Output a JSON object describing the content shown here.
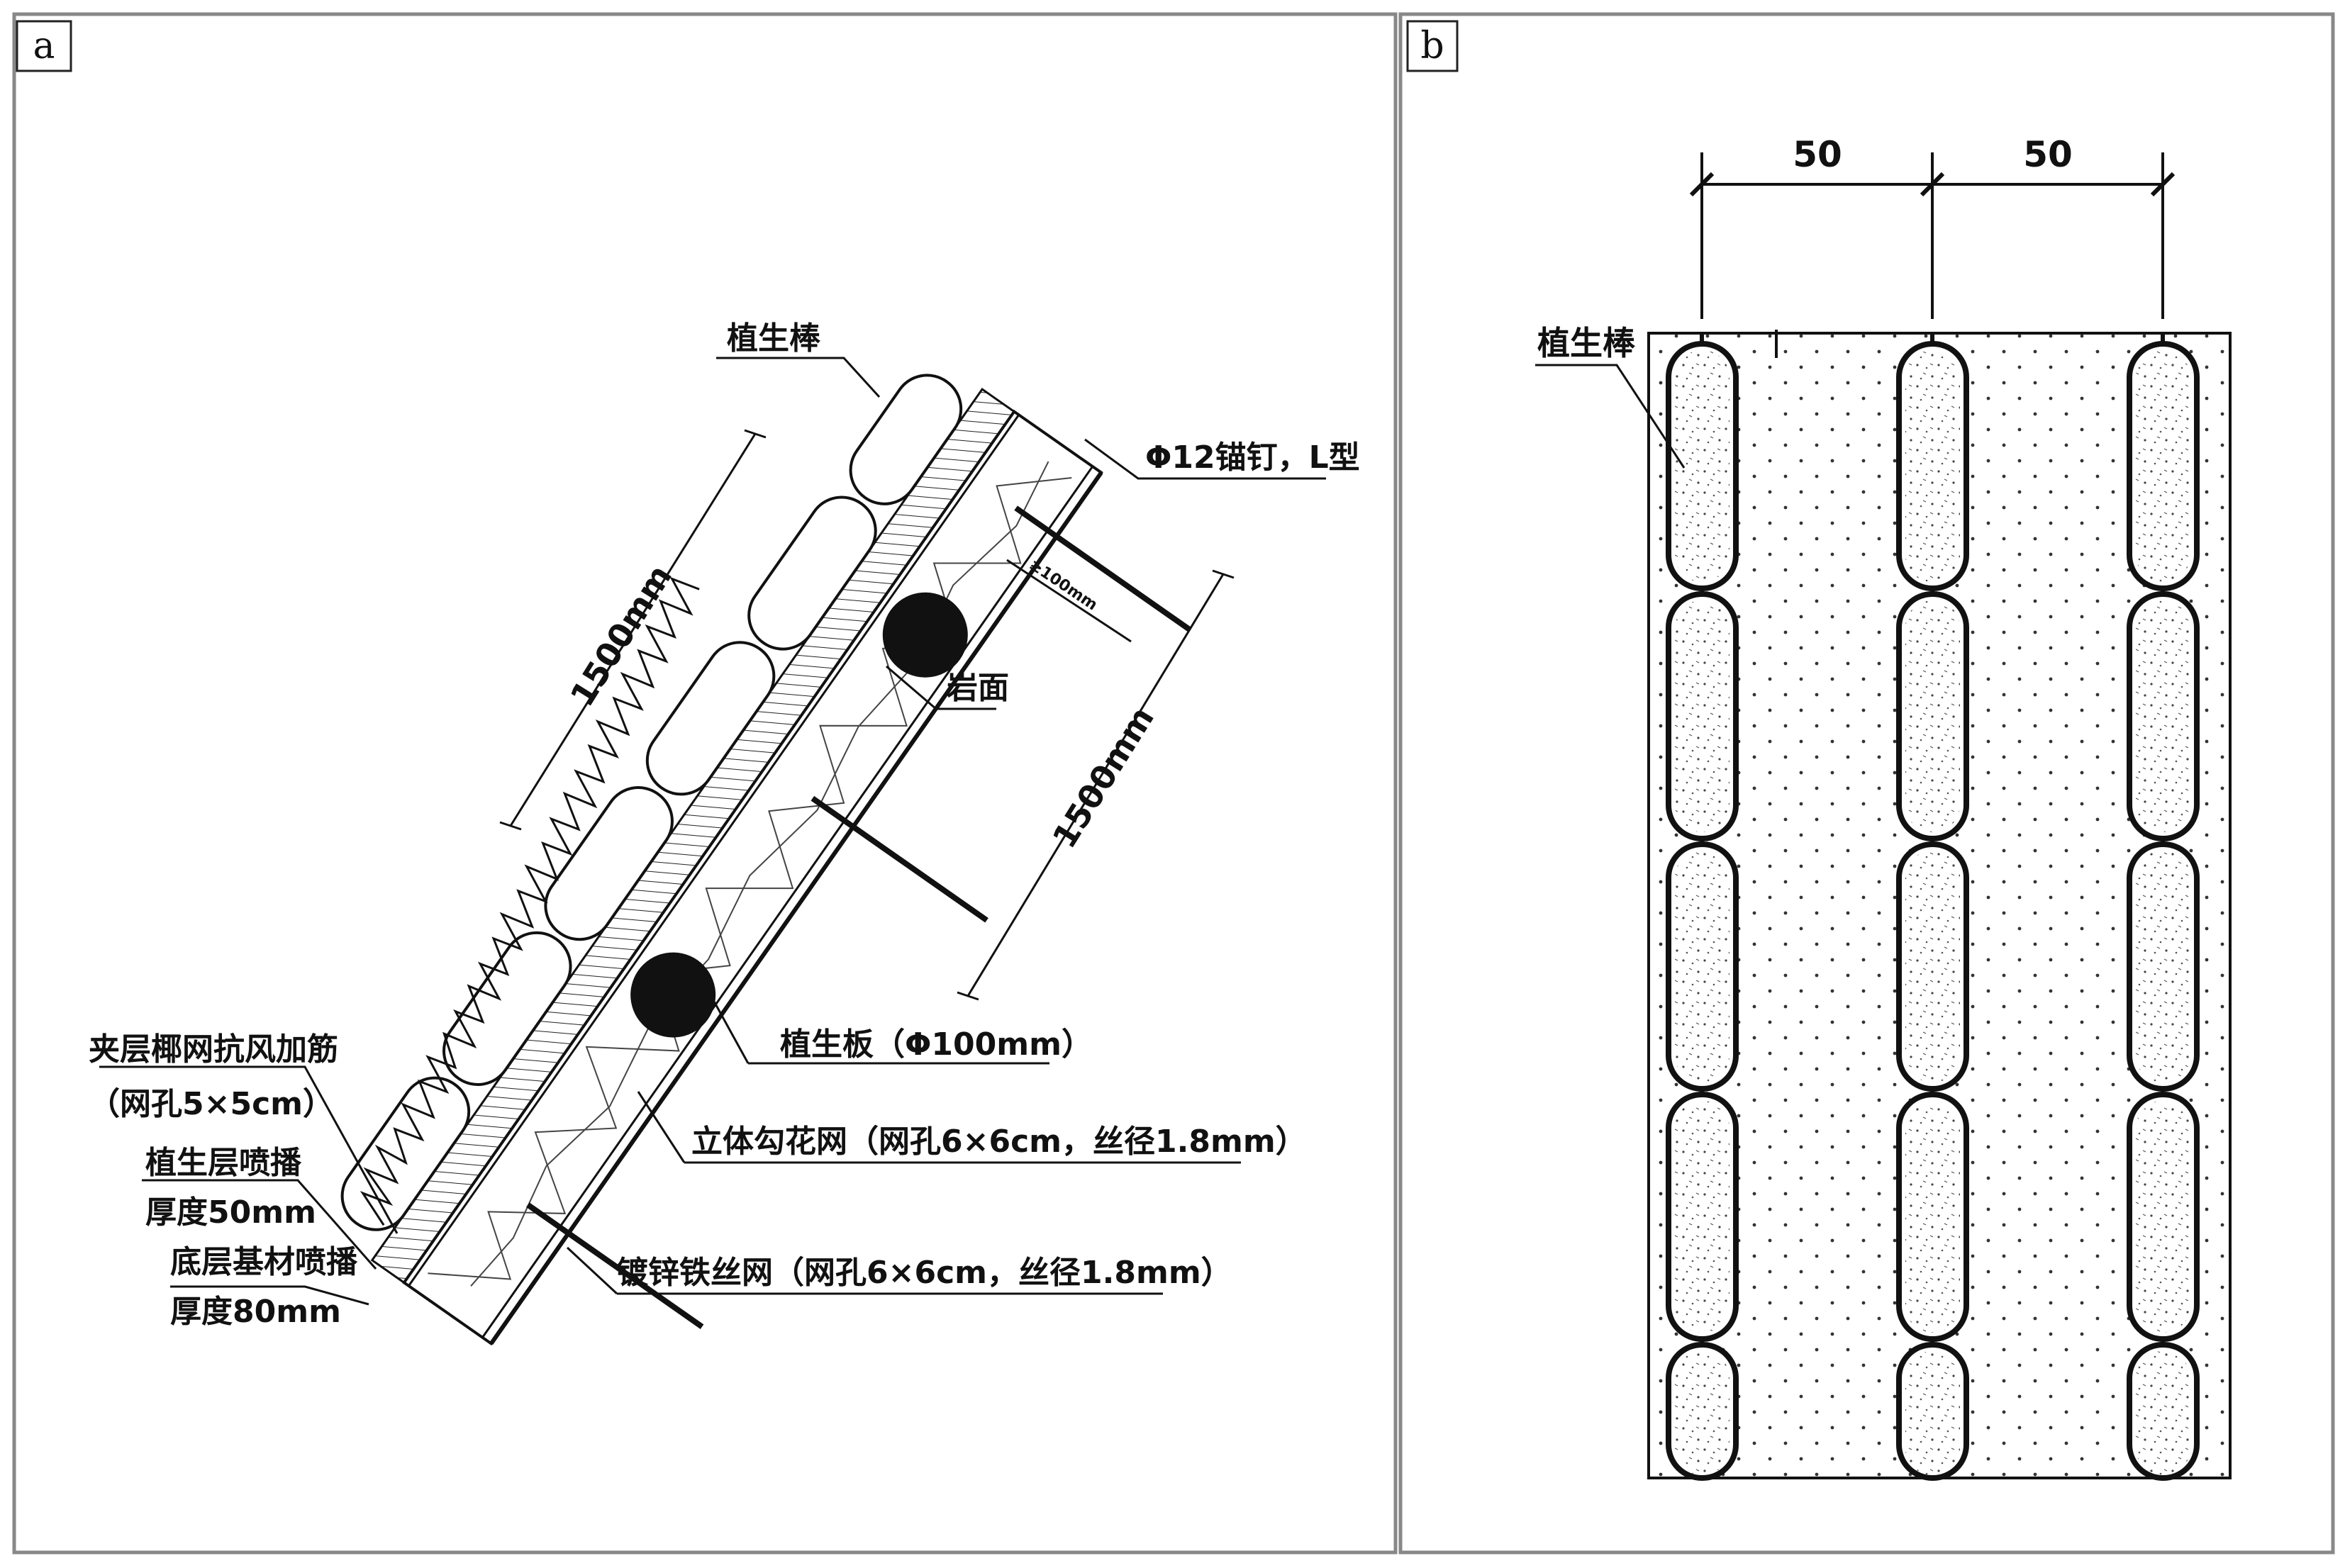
{
  "panel_a": {
    "letter": "a",
    "labels": {
      "plant_stick": "植生棒",
      "anchor": "Φ12锚钉，L型",
      "dim_1500_left": "1500mm",
      "dim_1500_right": "1500mm",
      "min_spacing": "≥100mm",
      "rock_surface": "岩面",
      "plant_board": "植生板（Φ100mm）",
      "coir_net_1": "夹层椰网抗风加筋",
      "coir_net_2": "（网孔5×5cm）",
      "veg_layer_1": "植生层喷播",
      "veg_layer_2": "厚度50mm",
      "base_layer_1": "底层基材喷播",
      "base_layer_2": "厚度80mm",
      "3d_net": "立体勾花网（网孔6×6cm，丝径1.8mm）",
      "galv_net": "镀锌铁丝网（网孔6×6cm，丝径1.8mm）"
    }
  },
  "panel_b": {
    "letter": "b",
    "labels": {
      "dim_left": "50",
      "dim_right": "50",
      "plant_stick": "植生棒"
    }
  }
}
